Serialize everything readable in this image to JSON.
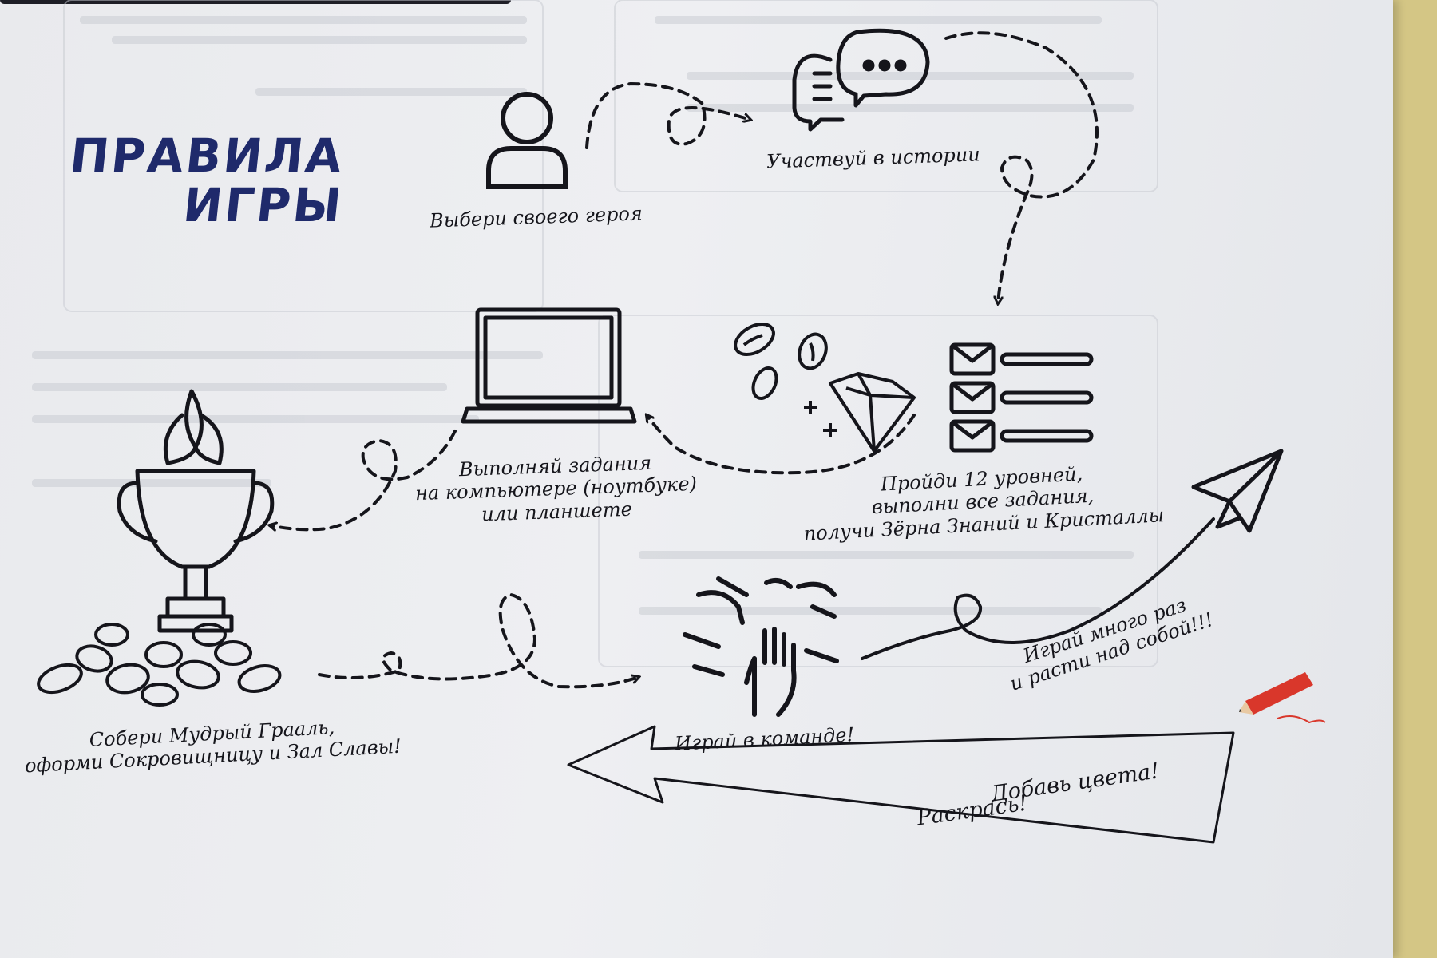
{
  "page": {
    "title_line1": "ПРАВИЛА",
    "title_line2": "ИГРЫ"
  },
  "steps": {
    "choose_hero": "Выбери своего героя",
    "story": "Участвуй в истории",
    "computer_line1": "Выполняй задания",
    "computer_line2": "на компьютере (ноутбуке)",
    "computer_line3": "или планшете",
    "levels_line1": "Пройди 12 уровней,",
    "levels_line2": "выполни все задания,",
    "levels_line3": "получи Зёрна Знаний и Кристаллы",
    "grail_line1": "Собери Мудрый Грааль,",
    "grail_line2": "оформи Сокровищницу и Зал Славы!",
    "team": "Играй в команде!",
    "play_many_line1": "Играй много раз",
    "play_many_line2": "и расти над собой!!!",
    "add_color": "Добавь цвета!",
    "paint": "Раскрась!"
  },
  "colors": {
    "title": "#1f2a6b",
    "ink": "#15151b",
    "paper": "#eceef1",
    "backdrop": "#d4c685",
    "pencil": "#d9372b"
  },
  "icons": [
    "person-icon",
    "chat-bubbles-icon",
    "laptop-icon",
    "seeds-icon",
    "diamond-icon",
    "checklist-icon",
    "trophy-icon",
    "team-hands-icon",
    "paper-plane-icon",
    "pencil-icon"
  ]
}
